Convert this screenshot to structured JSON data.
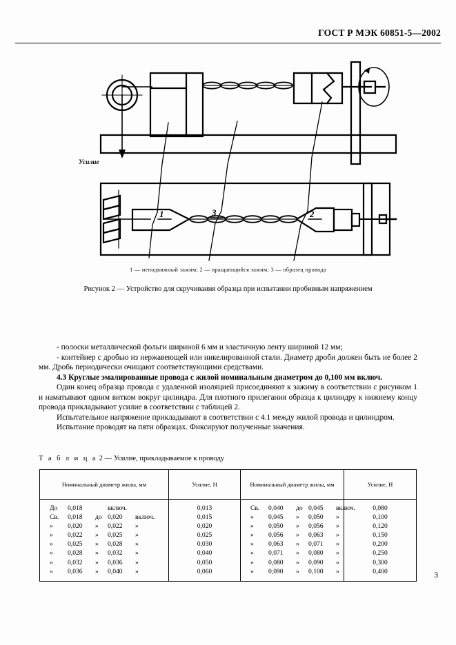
{
  "header": {
    "standard_code": "ГОСТ Р МЭК 60851-5—2002"
  },
  "figure": {
    "label_force": "Усилие",
    "callouts": {
      "one": "1",
      "two": "2",
      "three": "3"
    },
    "legend": "1 — неподвижный зажим; 2 — вращающийся зажим; 3 — образец провода",
    "caption": "Рисунок 2 — Устройство для скручивания образца при испытании пробивным напряжением"
  },
  "body": {
    "bullet_1": "- полоски металлической фольги шириной 6 мм и эластичную ленту шириной 12 мм;",
    "bullet_2": "- контейнер с дробью из нержавеющей или никелированной стали. Диаметр дроби должен быть не более 2 мм. Дробь периодически очищают соответствующими средствами.",
    "clause_43": "4.3  Круглые эмалированные провода с жилой номинальным диаметром до 0,100 мм включ.",
    "para_1": "Один конец образца провода с удаленной изоляцией присоединяют к зажиму в соответствии с рисунком 1 и наматывают одним витком вокруг цилиндра. Для плотного прилегания образца к цилиндру к нижнему концу провода прикладывают усилие в соответствии с таблицей 2.",
    "para_2": "Испытательное напряжение прикладывают в соответствии с 4.1 между жилой провода и цилиндром.",
    "para_3": "Испытание проводят на пяти образцах. Фиксируют полученные значения."
  },
  "table": {
    "title_prefix": "Т а б л и ц а",
    "title_rest": "2 — Усилие, прикладываемое к проводу",
    "headers": [
      "Номинальный диаметр жилы, мм",
      "Усилие, Н",
      "Номинальный диаметр жилы, мм",
      "Усилие, Н"
    ],
    "left_rows": [
      {
        "prefix": "До",
        "from": "0,018",
        "mid": "",
        "to": "включ.",
        "suffix": "",
        "force": "0,013"
      },
      {
        "prefix": "Св.",
        "from": "0,018",
        "mid": "до",
        "to": "0,020",
        "suffix": "включ.",
        "force": "0,015"
      },
      {
        "prefix": "»",
        "from": "0,020",
        "mid": "»",
        "to": "0,022",
        "suffix": "»",
        "force": "0,020"
      },
      {
        "prefix": "»",
        "from": "0,022",
        "mid": "»",
        "to": "0,025",
        "suffix": "»",
        "force": "0,025"
      },
      {
        "prefix": "»",
        "from": "0,025",
        "mid": "»",
        "to": "0,028",
        "suffix": "»",
        "force": "0,030"
      },
      {
        "prefix": "»",
        "from": "0,028",
        "mid": "»",
        "to": "0,032",
        "suffix": "»",
        "force": "0,040"
      },
      {
        "prefix": "»",
        "from": "0,032",
        "mid": "»",
        "to": "0,036",
        "suffix": "»",
        "force": "0,050"
      },
      {
        "prefix": "»",
        "from": "0,036",
        "mid": "»",
        "to": "0,040",
        "suffix": "»",
        "force": "0,060"
      }
    ],
    "right_rows": [
      {
        "prefix": "Св.",
        "from": "0,040",
        "mid": "до",
        "to": "0,045",
        "suffix": "включ.",
        "force": "0,080"
      },
      {
        "prefix": "»",
        "from": "0,045",
        "mid": "»",
        "to": "0,050",
        "suffix": "»",
        "force": "0,100"
      },
      {
        "prefix": "»",
        "from": "0,050",
        "mid": "»",
        "to": "0,056",
        "suffix": "»",
        "force": "0,120"
      },
      {
        "prefix": "»",
        "from": "0,056",
        "mid": "»",
        "to": "0,063",
        "suffix": "»",
        "force": "0,150"
      },
      {
        "prefix": "»",
        "from": "0,063",
        "mid": "»",
        "to": "0,071",
        "suffix": "»",
        "force": "0,200"
      },
      {
        "prefix": "»",
        "from": "0,071",
        "mid": "»",
        "to": "0,080",
        "suffix": "»",
        "force": "0,250"
      },
      {
        "prefix": "»",
        "from": "0,080",
        "mid": "»",
        "to": "0,090",
        "suffix": "»",
        "force": "0,300"
      },
      {
        "prefix": "»",
        "from": "0,090",
        "mid": "»",
        "to": "0,100",
        "suffix": "»",
        "force": "0,400"
      }
    ]
  },
  "footer": {
    "page_number": "3"
  },
  "colors": {
    "ink": "#000000",
    "paper": "#fdfdfd"
  }
}
